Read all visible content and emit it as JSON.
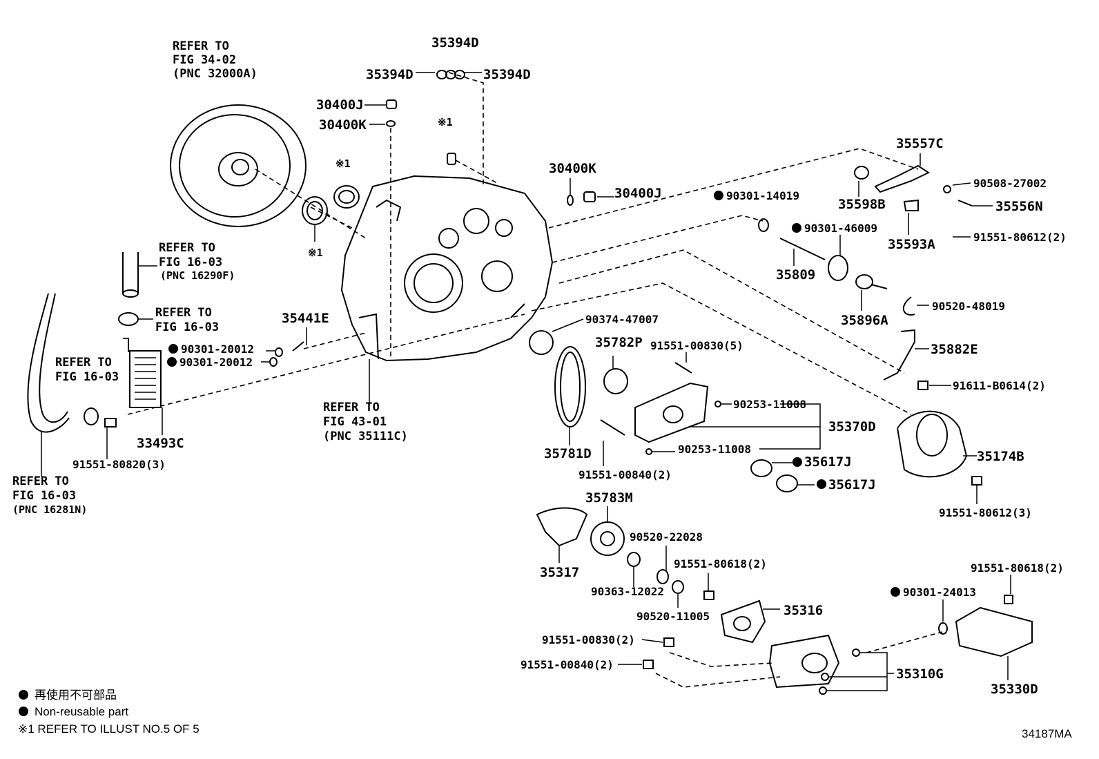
{
  "refs": {
    "r1": [
      "REFER TO",
      "FIG 34-02",
      "(PNC 32000A)"
    ],
    "r2": [
      "REFER TO",
      "FIG 16-03",
      "(PNC 16290F)"
    ],
    "r3": [
      "REFER TO",
      "FIG 16-03"
    ],
    "r4": [
      "REFER TO",
      "FIG 16-03"
    ],
    "r5": [
      "REFER TO",
      "FIG 16-03",
      "(PNC 16281N)"
    ],
    "r6": [
      "REFER TO",
      "FIG 43-01",
      "(PNC 35111C)"
    ]
  },
  "parts": {
    "p35394D_top": "35394D",
    "p35394D_l": "35394D",
    "p35394D_r": "35394D",
    "p30400J_a": "30400J",
    "p30400K_a": "30400K",
    "p30400K_b": "30400K",
    "p30400J_b": "30400J",
    "note1_a": "※1",
    "note1_b": "※1",
    "note1_c": "※1",
    "p35441E": "35441E",
    "p90301_20012_a": "90301-20012",
    "p90301_20012_b": "90301-20012",
    "p33493C": "33493C",
    "p91551_80820": "91551-80820(3)",
    "p35557C": "35557C",
    "p90508_27002": "90508-27002",
    "p35598B": "35598B",
    "p35556N": "35556N",
    "p90301_14019": "90301-14019",
    "p90301_46009": "90301-46009",
    "p35593A": "35593A",
    "p91551_80612_2": "91551-80612(2)",
    "p35809": "35809",
    "p35896A": "35896A",
    "p90520_48019": "90520-48019",
    "p90374_47007": "90374-47007",
    "p35782P": "35782P",
    "p91551_00830_5": "91551-00830(5)",
    "p35882E": "35882E",
    "p91611_B0614": "91611-B0614(2)",
    "p90253_11008_a": "90253-11008",
    "p90253_11008_b": "90253-11008",
    "p35370D": "35370D",
    "p35781D": "35781D",
    "p91551_00840_2": "91551-00840(2)",
    "p35617J_a": "35617J",
    "p35617J_b": "35617J",
    "p35174B": "35174B",
    "p91551_80612_3": "91551-80612(3)",
    "p35783M": "35783M",
    "p90520_22028": "90520-22028",
    "p35317": "35317",
    "p91551_80618_a": "91551-80618(2)",
    "p91551_80618_b": "91551-80618(2)",
    "p90363_12022": "90363-12022",
    "p90520_11005": "90520-11005",
    "p35316": "35316",
    "p90301_24013": "90301-24013",
    "p91551_00830_2": "91551-00830(2)",
    "p91551_00840_2b": "91551-00840(2)",
    "p35310G": "35310G",
    "p35330D": "35330D"
  },
  "legend": {
    "jp": "再使用不可部品",
    "en": "Non-reusable part",
    "note": "※1 REFER TO ILLUST NO.5 OF 5"
  },
  "illust_code": "34187MA"
}
